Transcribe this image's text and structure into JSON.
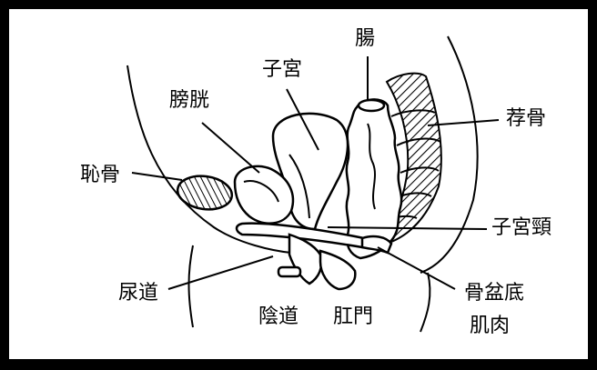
{
  "labels": {
    "intestine": "腸",
    "uterus": "子宮",
    "bladder": "膀胱",
    "sacrum": "荐骨",
    "pubic_bone": "恥骨",
    "cervix": "子宮頸",
    "urethra": "尿道",
    "pelvic_floor_line1": "骨盆底",
    "pelvic_floor_line2": "肌肉",
    "vagina": "陰道",
    "anus": "肛門"
  }
}
